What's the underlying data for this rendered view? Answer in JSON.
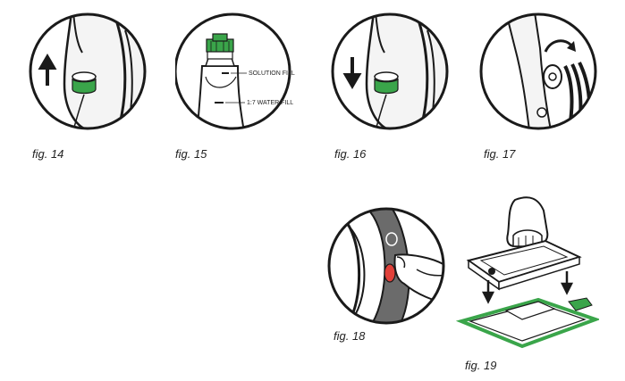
{
  "figures": [
    {
      "caption": "fig. 14"
    },
    {
      "caption": "fig. 15",
      "label_solution": "SOLUTION FILL",
      "label_water": "1:7 WATER FILL"
    },
    {
      "caption": "fig. 16"
    },
    {
      "caption": "fig. 17"
    },
    {
      "caption": "fig. 18"
    },
    {
      "caption": "fig. 19"
    }
  ],
  "colors": {
    "accent_green": "#3aa54a",
    "red_button": "#e0413a",
    "outline": "#1a1a1a",
    "gray": "#6b6b6b"
  }
}
